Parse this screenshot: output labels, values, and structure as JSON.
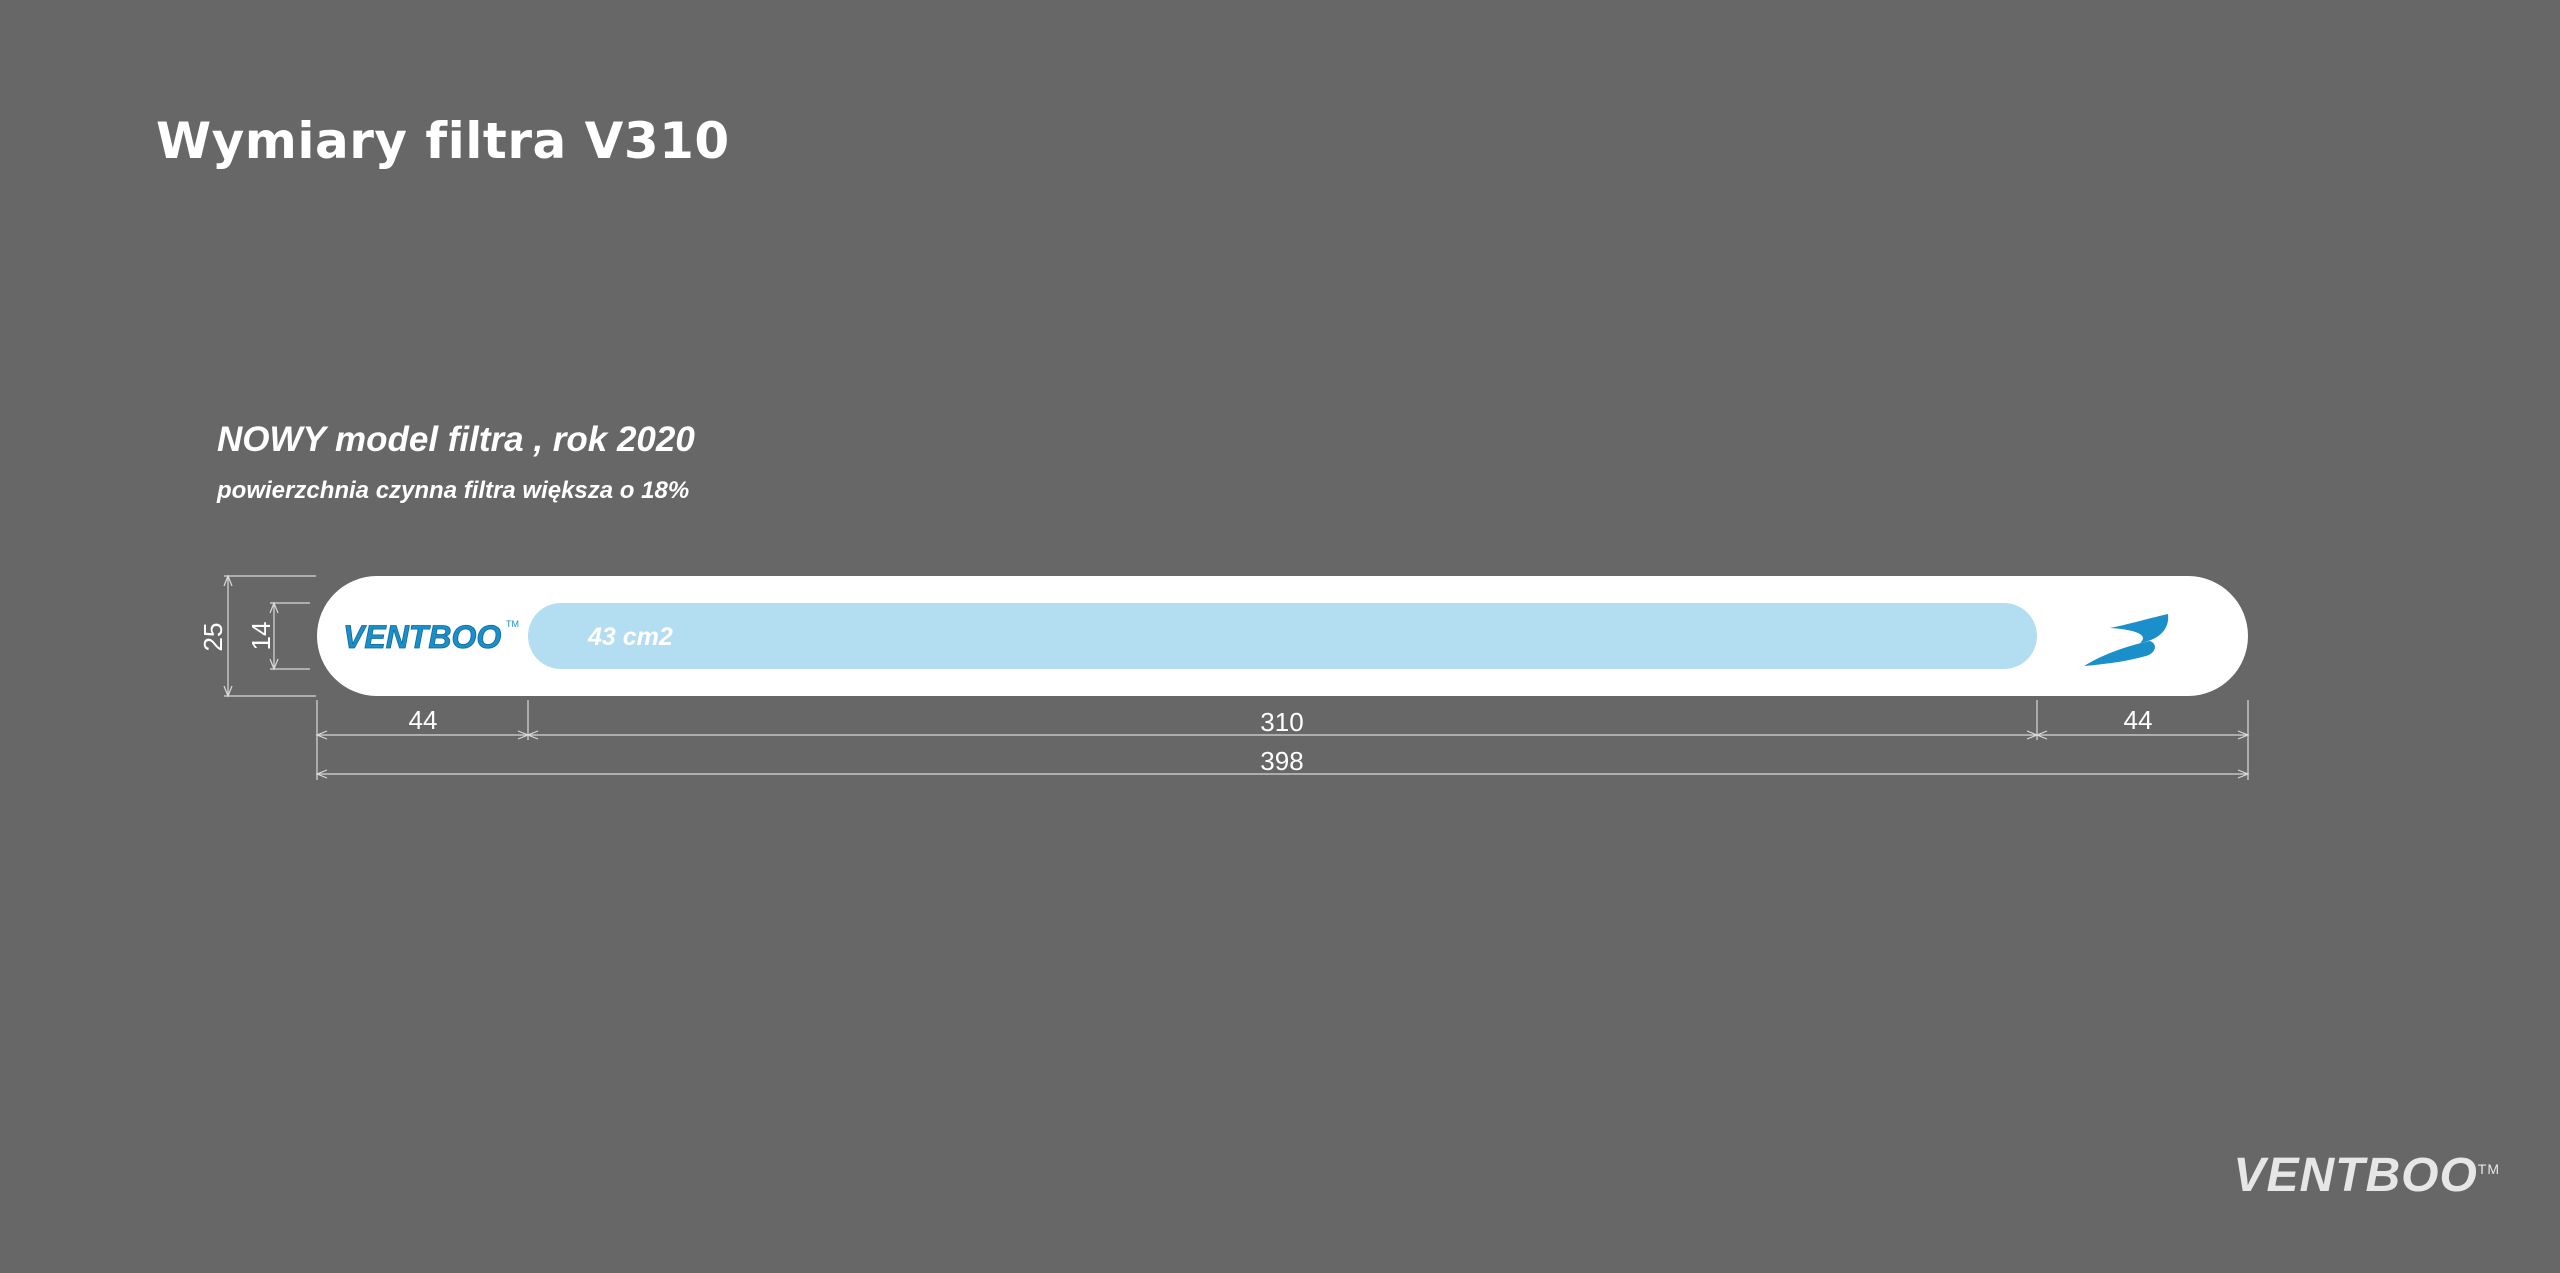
{
  "title": "Wymiary filtra V310",
  "subtitle": "NOWY model filtra , rok 2020",
  "subtitle_note": "powierzchnia czynna filtra większa o 18%",
  "filter": {
    "logo_text": "VENTBOO",
    "logo_tm": "TM",
    "area_label": "43 cm2",
    "icon": "swoosh-icon"
  },
  "dimensions": {
    "height_outer": "25",
    "height_inner": "14",
    "left_margin": "44",
    "center_width": "310",
    "right_margin": "44",
    "total_width": "398"
  },
  "footer": {
    "logo_text": "VENTBOO",
    "logo_tm": "TM"
  },
  "colors": {
    "background": "#676767",
    "filter_body": "#ffffff",
    "active_area": "#b3ddf0",
    "brand_blue": "#1a8fc9"
  }
}
